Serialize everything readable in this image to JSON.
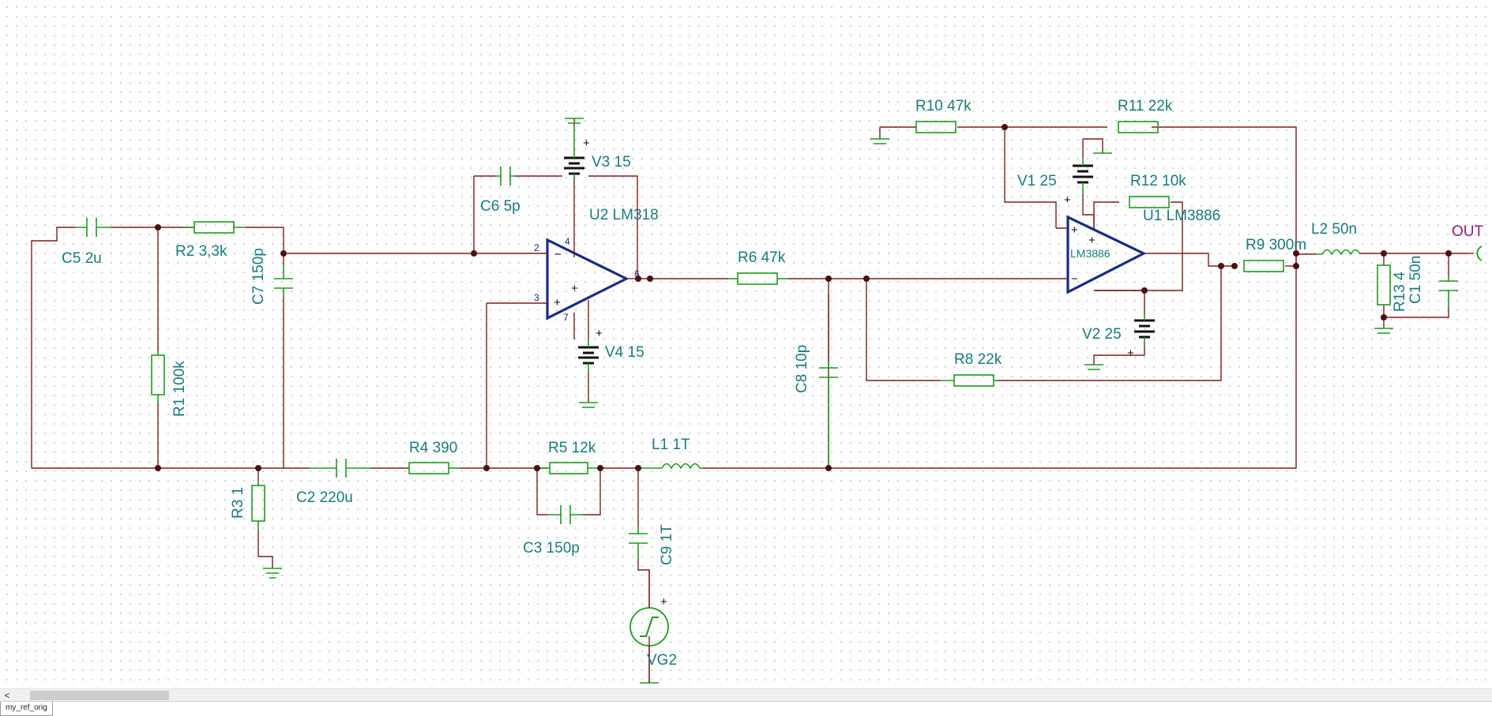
{
  "schematic": {
    "components": {
      "c5": "C5 2u",
      "r2": "R2 3,3k",
      "c7": "C7 150p",
      "r1": "R1 100k",
      "r3": "R3 1",
      "c2": "C2 220u",
      "r4": "R4 390",
      "c6": "C6 5p",
      "v3": "V3 15",
      "u2": "U2 LM318",
      "v4": "V4 15",
      "r5": "R5 12k",
      "c3": "C3 150p",
      "l1": "L1 1T",
      "c9": "C9 1T",
      "vg2": "VG2",
      "r6": "R6 47k",
      "c8": "C8 10p",
      "r10": "R10 47k",
      "r11": "R11 22k",
      "v1": "V1 25",
      "r12": "R12 10k",
      "u1": "U1 LM3886",
      "u1_part": "LM3886",
      "v2": "V2 25",
      "r8": "R8 22k",
      "r9": "R9 300m",
      "l2": "L2 50n",
      "r13": "R13 4",
      "c1": "C1 50n"
    },
    "pins": {
      "u2_inv": "2",
      "u2_noninv": "3",
      "u2_vplus": "4",
      "u2_vminus": "7",
      "u2_out": "6"
    },
    "signs": {
      "plus": "+",
      "minus": "−"
    },
    "ports": {
      "out": "OUT"
    }
  },
  "scrollbar": {
    "left_arrow": "<"
  },
  "tabs": [
    {
      "label": "my_ref_orig"
    }
  ],
  "colors": {
    "wire": "#7a1f1f",
    "component": "#1e9a1e",
    "opamp": "#1a2d80",
    "label": "#1a7a7c",
    "port": "#8a1a8a",
    "junction": "#4a1010"
  }
}
